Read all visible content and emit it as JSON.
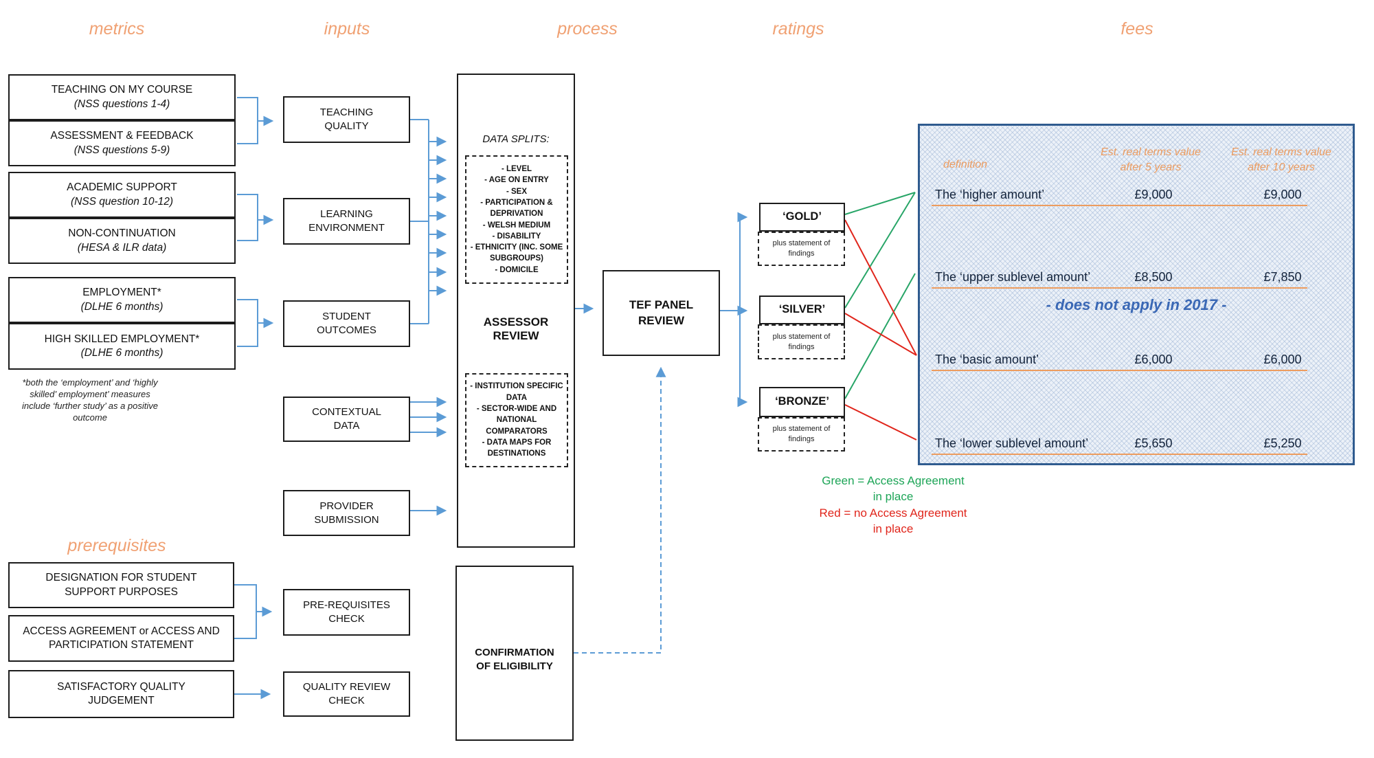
{
  "headers": {
    "metrics": "metrics",
    "inputs": "inputs",
    "process": "process",
    "ratings": "ratings",
    "fees": "fees",
    "prerequisites": "prerequisites"
  },
  "colors": {
    "accent_orange": "#F0A173",
    "line_blue": "#5B9BD5",
    "green_line": "#27A567",
    "red_line": "#E0251B",
    "panel_border": "#2F5B8F",
    "note_blue": "#3A68B5"
  },
  "metrics": {
    "boxes": [
      {
        "title": "TEACHING ON MY COURSE",
        "subtitle": "(NSS questions 1-4)"
      },
      {
        "title": "ASSESSMENT & FEEDBACK",
        "subtitle": "(NSS questions 5-9)"
      },
      {
        "title": "ACADEMIC SUPPORT",
        "subtitle": "(NSS question 10-12)"
      },
      {
        "title": "NON-CONTINUATION",
        "subtitle": "(HESA & ILR data)"
      },
      {
        "title": "EMPLOYMENT*",
        "subtitle": "(DLHE 6 months)"
      },
      {
        "title": "HIGH SKILLED EMPLOYMENT*",
        "subtitle": "(DLHE 6 months)"
      }
    ],
    "footnote": "*both the ‘employment’ and ‘highly skilled’ employment’ measures include ‘further study’ as a positive outcome"
  },
  "prerequisites": {
    "boxes": [
      {
        "label": "DESIGNATION FOR STUDENT SUPPORT PURPOSES"
      },
      {
        "label": "ACCESS AGREEMENT or ACCESS AND PARTICIPATION STATEMENT"
      },
      {
        "label": "SATISFACTORY QUALITY JUDGEMENT"
      }
    ]
  },
  "inputs": {
    "boxes": [
      {
        "label": "TEACHING QUALITY"
      },
      {
        "label": "LEARNING ENVIRONMENT"
      },
      {
        "label": "STUDENT OUTCOMES"
      },
      {
        "label": "CONTEXTUAL DATA"
      },
      {
        "label": "PROVIDER SUBMISSION"
      },
      {
        "label": "PRE-REQUISITES CHECK"
      },
      {
        "label": "QUALITY REVIEW CHECK"
      }
    ]
  },
  "process": {
    "data_splits_title": "DATA SPLITS:",
    "data_splits_items": [
      "- LEVEL",
      "- AGE ON ENTRY",
      "- SEX",
      "- PARTICIPATION & DEPRIVATION",
      "- WELSH MEDIUM",
      "- DISABILITY",
      "- ETHNICITY (INC. SOME SUBGROUPS)",
      "- DOMICILE"
    ],
    "assessor_label": "ASSESSOR REVIEW",
    "context_items": [
      "- INSTITUTION SPECIFIC DATA",
      "- SECTOR-WIDE AND NATIONAL COMPARATORS",
      "- DATA MAPS FOR DESTINATIONS"
    ],
    "tef_label": "TEF PANEL REVIEW",
    "confirmation_label": "CONFIRMATION OF ELIGIBILITY"
  },
  "ratings": {
    "items": [
      {
        "label": "‘GOLD’",
        "note": "plus statement of findings"
      },
      {
        "label": "‘SILVER’",
        "note": "plus statement of findings"
      },
      {
        "label": "‘BRONZE’",
        "note": "plus statement of findings"
      }
    ]
  },
  "fees": {
    "col_label_definition": "definition",
    "col_label_5yr": "Est. real terms value after 5 years",
    "col_label_10yr": "Est. real terms value after 10 years",
    "rows": [
      {
        "label": "The ‘higher amount’",
        "y5": "£9,000",
        "y10": "£9,000"
      },
      {
        "label": "The ‘upper sublevel amount’",
        "y5": "£8,500",
        "y10": "£7,850"
      },
      {
        "label": "The ‘basic amount’",
        "y5": "£6,000",
        "y10": "£6,000"
      },
      {
        "label": "The ‘lower sublevel amount’",
        "y5": "£5,650",
        "y10": "£5,250"
      }
    ],
    "note": "- does not apply in 2017 -"
  },
  "legend": {
    "lines": [
      "Green = Access Agreement",
      "in place",
      "Red = no Access Agreement",
      "in place"
    ]
  }
}
